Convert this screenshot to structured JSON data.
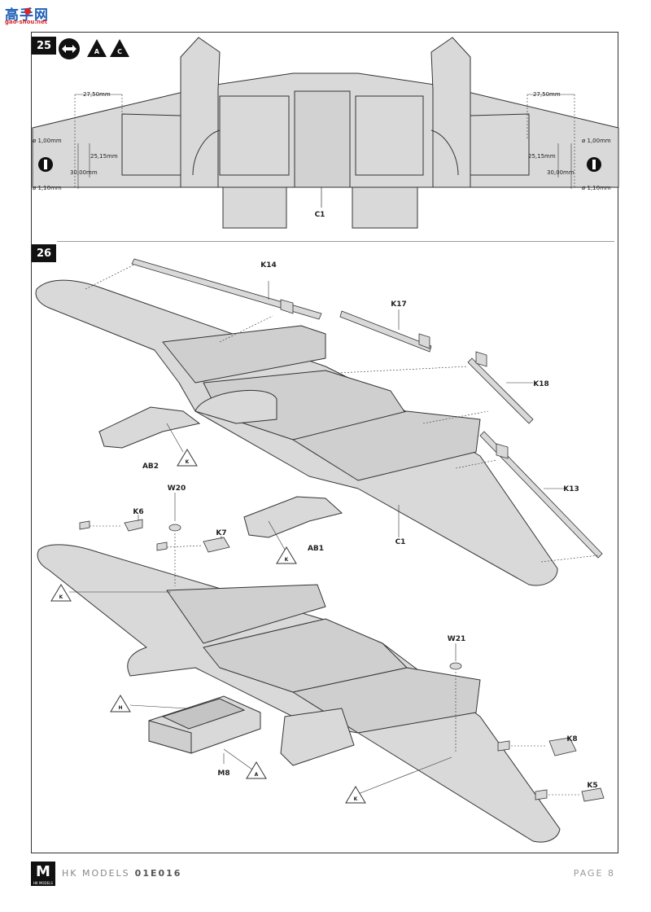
{
  "site_logo": {
    "cn": "高手网",
    "url": "gao-shou.net"
  },
  "steps": [
    {
      "number": "25"
    },
    {
      "number": "26"
    }
  ],
  "step25": {
    "option_markers": [
      "A",
      "C"
    ],
    "part": "C1",
    "dims": {
      "span": "27,50mm",
      "upper_hole": "ø 1,00mm",
      "inner_offset": "25,15mm",
      "outer_offset": "30,00mm",
      "lower_hole": "ø 1,10mm"
    }
  },
  "step26": {
    "parts": [
      "K14",
      "K17",
      "K18",
      "K13",
      "AB2",
      "C1",
      "AB1",
      "W20",
      "K6",
      "K7",
      "W21",
      "K8",
      "K5",
      "M8"
    ],
    "option_markers": [
      "K",
      "K",
      "K",
      "H",
      "A",
      "K"
    ]
  },
  "footer": {
    "brand": "HK MODELS",
    "code": "01E016",
    "page": "PAGE 8",
    "mark": "M",
    "mark_small": "HK MODELS"
  },
  "colors": {
    "part_fill": "#d9d9d9",
    "line": "#333333",
    "badge": "#111111"
  }
}
